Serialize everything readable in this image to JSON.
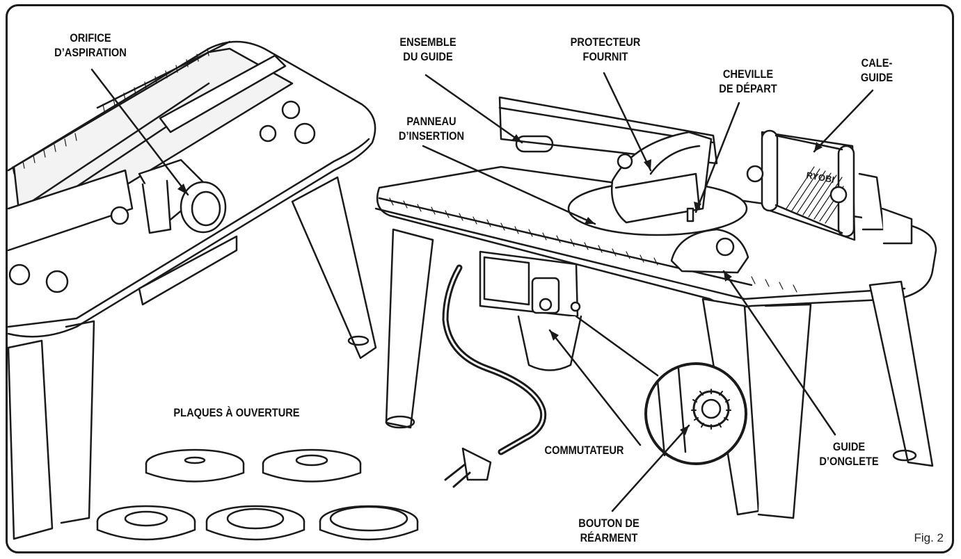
{
  "figure": {
    "number": "Fig. 2"
  },
  "labels": {
    "orifice": [
      "ORIFICE",
      "D’ASPIRATION"
    ],
    "ensemble": [
      "ENSEMBLE",
      "DU GUIDE"
    ],
    "protecteur": [
      "PROTECTEUR",
      "FOURNIT"
    ],
    "cheville": [
      "CHEVILLE",
      "DE DÉPART"
    ],
    "cale": [
      "CALE-",
      "GUIDE"
    ],
    "panneau": [
      "PANNEAU",
      "D’INSERTION"
    ],
    "plaques": [
      "PLAQUES À OUVERTURE"
    ],
    "commutateur": [
      "COMMUTATEUR"
    ],
    "bouton": [
      "BOUTON DE",
      "RÉARMENT"
    ],
    "guide_onglete": [
      "GUIDE",
      "D’ONGLETE"
    ]
  },
  "brand": {
    "logo_text": "RYOBI"
  },
  "colors": {
    "line": "#1a1a1a",
    "paper": "#ffffff",
    "shade": "#d9d9d9"
  }
}
